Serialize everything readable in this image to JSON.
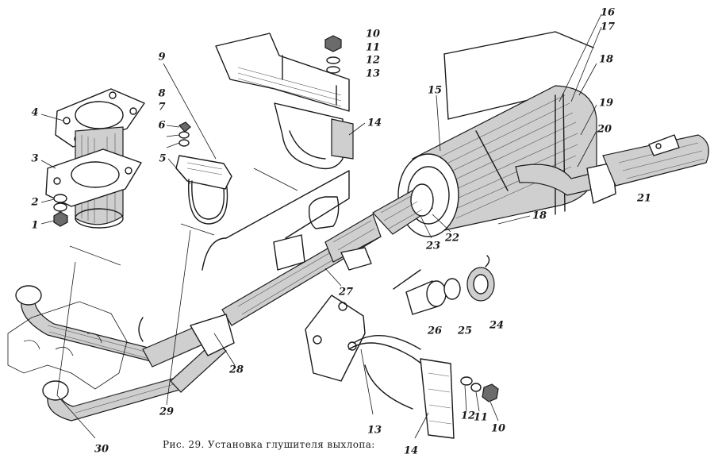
{
  "figure": {
    "caption": "Рис. 29. Установка глушителя выхлопа:"
  },
  "callouts": [
    {
      "id": "c1",
      "text": "1"
    },
    {
      "id": "c2",
      "text": "2"
    },
    {
      "id": "c3",
      "text": "3"
    },
    {
      "id": "c4",
      "text": "4"
    },
    {
      "id": "c5",
      "text": "5"
    },
    {
      "id": "c6",
      "text": "6"
    },
    {
      "id": "c7",
      "text": "7"
    },
    {
      "id": "c8",
      "text": "8"
    },
    {
      "id": "c9",
      "text": "9"
    },
    {
      "id": "c10a",
      "text": "10"
    },
    {
      "id": "c11a",
      "text": "11"
    },
    {
      "id": "c12a",
      "text": "12"
    },
    {
      "id": "c13a",
      "text": "13"
    },
    {
      "id": "c14a",
      "text": "14"
    },
    {
      "id": "c15",
      "text": "15"
    },
    {
      "id": "c16",
      "text": "16"
    },
    {
      "id": "c17",
      "text": "17"
    },
    {
      "id": "c18a",
      "text": "18"
    },
    {
      "id": "c19",
      "text": "19"
    },
    {
      "id": "c20",
      "text": "20"
    },
    {
      "id": "c21",
      "text": "21"
    },
    {
      "id": "c18b",
      "text": "18"
    },
    {
      "id": "c22",
      "text": "22"
    },
    {
      "id": "c23",
      "text": "23"
    },
    {
      "id": "c27",
      "text": "27"
    },
    {
      "id": "c26",
      "text": "26"
    },
    {
      "id": "c25",
      "text": "25"
    },
    {
      "id": "c24",
      "text": "24"
    },
    {
      "id": "c28",
      "text": "28"
    },
    {
      "id": "c29",
      "text": "29"
    },
    {
      "id": "c30",
      "text": "30"
    },
    {
      "id": "c13b",
      "text": "13"
    },
    {
      "id": "c14b",
      "text": "14"
    },
    {
      "id": "c12b",
      "text": "12"
    },
    {
      "id": "c11b",
      "text": "11"
    },
    {
      "id": "c10b",
      "text": "10"
    }
  ]
}
